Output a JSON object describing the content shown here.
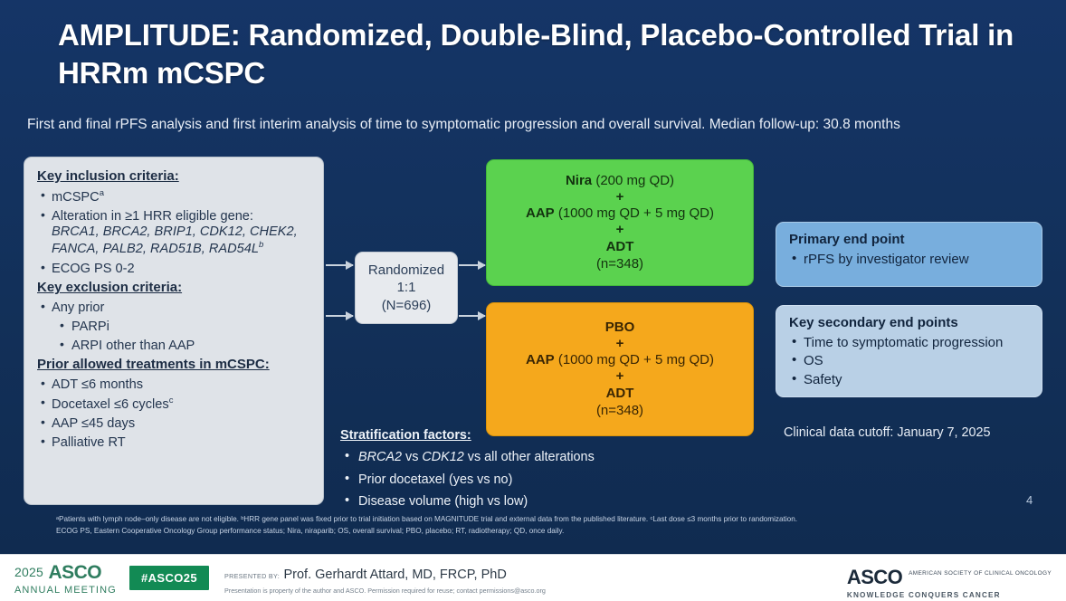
{
  "slide": {
    "title": "AMPLITUDE: Randomized, Double-Blind, Placebo-Controlled Trial in HRRm mCSPC",
    "subtitle": "First and final rPFS analysis and first interim analysis of time to symptomatic progression and overall survival. Median follow-up: 30.8 months",
    "page_number": "4",
    "background_color": "#143162"
  },
  "criteria": {
    "inclusion_heading": "Key inclusion criteria:",
    "inclusion_items": [
      "mCSPCᵃ",
      "Alteration in ≥1 HRR eligible gene:"
    ],
    "genes": "BRCA1, BRCA2, BRIP1, CDK12, CHEK2, FANCA, PALB2, RAD51B, RAD54Lᵇ",
    "ecog": "ECOG PS 0-2",
    "exclusion_heading": "Key exclusion criteria:",
    "exclusion_items": [
      "Any prior"
    ],
    "exclusion_subitems": [
      "PARPi",
      "ARPI other than AAP"
    ],
    "prior_heading": "Prior allowed treatments in mCSPC:",
    "prior_items": [
      "ADT ≤6 months",
      "Docetaxel ≤6 cyclesᶜ",
      "AAP ≤45 days",
      "Palliative RT"
    ]
  },
  "randomization": {
    "label": "Randomized",
    "ratio": "1:1",
    "total": "(N=696)"
  },
  "arms": [
    {
      "id": "experimental",
      "color": "#5bd24f",
      "drug": "Nira",
      "drug_dose": "(200 mg QD)",
      "plus": "+",
      "combo": "AAP",
      "combo_dose": "(1000 mg QD + 5 mg QD)",
      "backbone": "ADT",
      "n": "(n=348)"
    },
    {
      "id": "control",
      "color": "#f5a81c",
      "drug": "PBO",
      "drug_dose": "",
      "plus": "+",
      "combo": "AAP",
      "combo_dose": "(1000 mg QD + 5 mg QD)",
      "backbone": "ADT",
      "n": "(n=348)"
    }
  ],
  "endpoints": {
    "primary_heading": "Primary end point",
    "primary_items": [
      "rPFS by investigator review"
    ],
    "secondary_heading": "Key secondary end points",
    "secondary_items": [
      "Time to symptomatic progression",
      "OS",
      "Safety"
    ]
  },
  "stratification": {
    "heading": "Stratification factors:",
    "items": [
      "BRCA2 vs CDK12 vs all other alterations",
      "Prior docetaxel (yes vs no)",
      "Disease volume (high vs low)"
    ]
  },
  "cutoff": "Clinical data cutoff: January 7, 2025",
  "footnotes": {
    "line1": "ᵃPatients with lymph node–only disease are not eligible. ᵇHRR gene panel was fixed prior to trial initiation based on MAGNITUDE trial and external data from the published literature. ᶜLast dose ≤3 months prior to randomization.",
    "line2": "ECOG PS, Eastern Cooperative Oncology Group performance status; Nira, niraparib; OS, overall survival; PBO, placebo; RT, radiotherapy; QD, once daily."
  },
  "footer": {
    "meeting_year": "2025",
    "meeting_mark": "ASCO",
    "meeting_sub": "ANNUAL MEETING",
    "hashtag": "#ASCO25",
    "presented_label": "PRESENTED BY:",
    "presenter": "Prof. Gerhardt Attard, MD, FRCP, PhD",
    "permission": "Presentation is property of the author and ASCO. Permission required for reuse; contact permissions@asco.org",
    "org_mark": "ASCO",
    "org_name": "AMERICAN SOCIETY OF CLINICAL ONCOLOGY",
    "org_tagline": "KNOWLEDGE CONQUERS CANCER",
    "accent_green": "#128a54"
  }
}
